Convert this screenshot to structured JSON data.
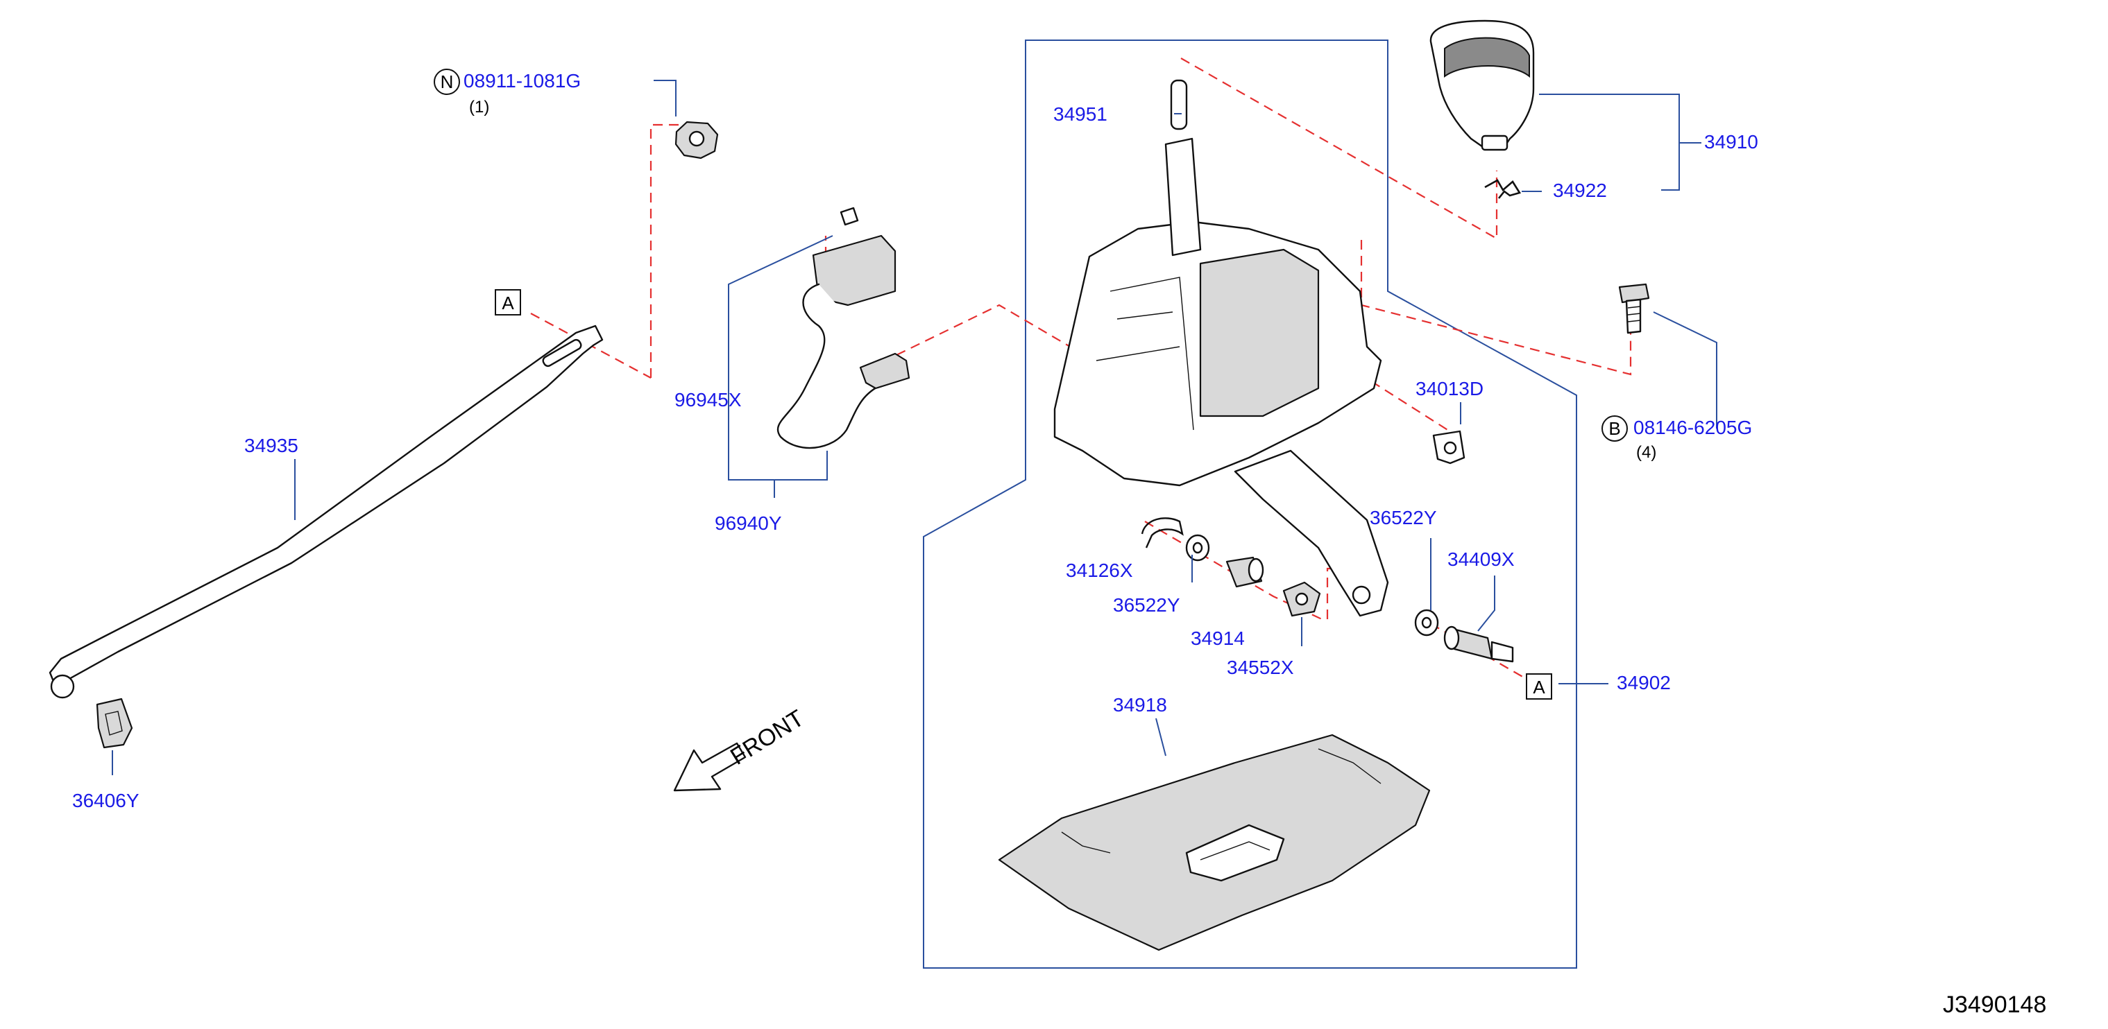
{
  "diagram": {
    "reference_code": "J3490148",
    "front_label": "FRONT",
    "colors": {
      "label": "#1a1ae6",
      "leader": "#2a4f9e",
      "dashed_line": "#e53030",
      "outline": "#111111"
    },
    "part_labels": {
      "p08911": "08911-1081G",
      "p08911_qty": "(1)",
      "p08911_prefix": "N",
      "p34951": "34951",
      "p34910": "34910",
      "p34922": "34922",
      "p08146": "08146-6205G",
      "p08146_qty": "(4)",
      "p08146_prefix": "B",
      "p34013D": "34013D",
      "p96945X": "96945X",
      "p96940Y": "96940Y",
      "p34935": "34935",
      "p36522Y_right": "36522Y",
      "p34409X": "34409X",
      "p34126X": "34126X",
      "p36522Y_left": "36522Y",
      "p34914": "34914",
      "p34552X": "34552X",
      "p34902": "34902",
      "p34918": "34918",
      "p36406Y": "36406Y"
    },
    "connection_markers": {
      "left": "A",
      "right": "A"
    }
  }
}
